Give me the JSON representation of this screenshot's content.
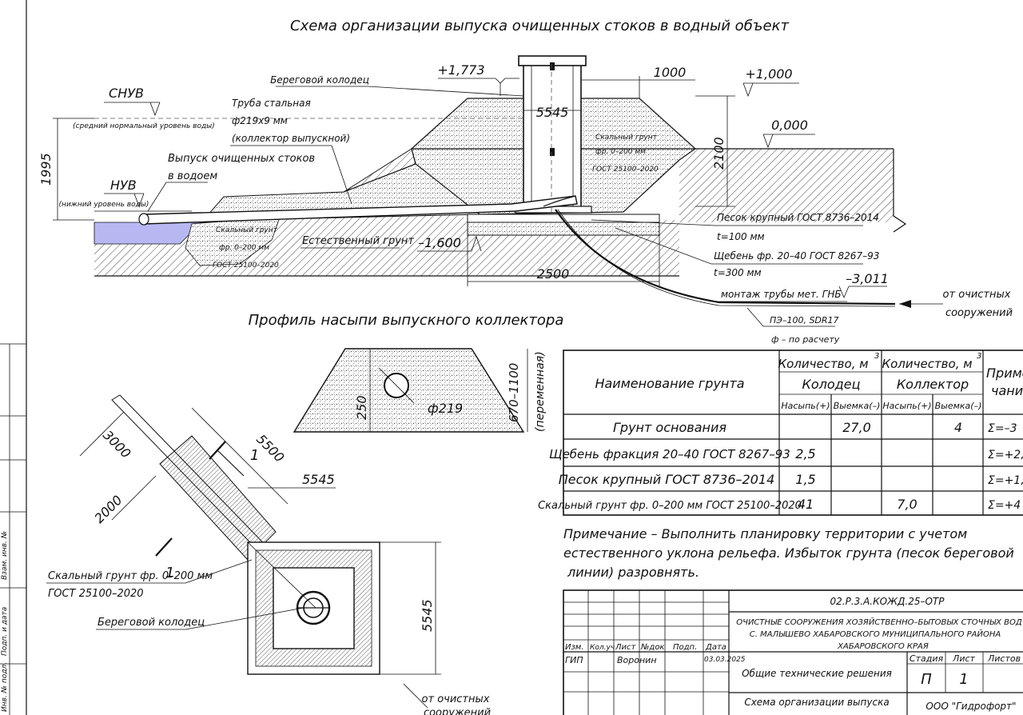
{
  "title": "Схема организации выпуска очищенных стоков в водный объект",
  "labels": {
    "snuv": "СНУВ",
    "snuv_note": "(средний нормальный уровень воды)",
    "nuv": "НУВ",
    "nuv_note": "(нижний уровень воды)",
    "shore_well": "Береговой колодец",
    "pipe_line1": "Труба стальная",
    "pipe_line2": "ф219х9 мм",
    "pipe_line3": "(коллектор выпускной)",
    "outlet_line1": "Выпуск очищенных стоков",
    "outlet_line2": "в водоем",
    "natural_ground": "Естественный грунт",
    "rock_line1": "Скальный грунт",
    "rock_line2": "фр. 0–200 мм",
    "rock_line3": "ГОСТ 25100–2020",
    "sand_line1": "Песок крупный ГОСТ 8736–2014",
    "sand_line2": "t=100 мм",
    "gravel_line1": "Щебень фр. 20–40 ГОСТ 8267–93",
    "gravel_line2": "t=300 мм",
    "hdd": "монтаж трубы мет. ГНБ",
    "pe_line1": "ПЭ–100, SDR17",
    "pe_line2": "ф – по расчету",
    "from_plant_line1": "от очистных",
    "from_plant_line2": "сооружений",
    "profile_title": "Профиль насыпи выпускного коллектора",
    "profile_dia": "ф219",
    "profile_h": "250",
    "profile_var1": "670–1100",
    "profile_var2": "(переменная)",
    "plan_rock_line1": "Скальный грунт фр. 0–200 мм",
    "plan_rock_line2": "ГОСТ 25100–2020",
    "plan_well": "Береговой колодец",
    "plan_from_line1": "от очистных",
    "plan_from_line2": "сооружений",
    "section_mark": "1"
  },
  "dimensions": {
    "el_top": "+1,773",
    "el_1000": "+1,000",
    "el_zero": "0,000",
    "el_1600": "–1,600",
    "el_3011": "–3,011",
    "d1000": "1000",
    "d5545": "5545",
    "d2100": "2100",
    "d1995": "1995",
    "d2500": "2500",
    "plan_3000": "3000",
    "plan_2000": "2000",
    "plan_5500": "5500",
    "plan_5545a": "5545",
    "plan_5545b": "5545"
  },
  "table": {
    "col_name": "Наименование грунта",
    "col_qty1": "Количество, м",
    "col_qty2": "Количество, м",
    "sup": "3",
    "col_well": "Колодец",
    "col_coll": "Коллектор",
    "col_note_line1": "Приме",
    "col_note_line2": "чание",
    "fill": "Насыпь(+)",
    "cut": "Выемка(–)",
    "fill2": "Насыпь(+)",
    "cut2": "Выемка(–)",
    "rows": [
      {
        "name": "Грунт основания",
        "wf": "",
        "wc": "27,0",
        "cf": "",
        "cc": "4",
        "note": "Σ=–3"
      },
      {
        "name": "Щебень фракция 20–40 ГОСТ 8267–93",
        "wf": "2,5",
        "wc": "",
        "cf": "",
        "cc": "",
        "note": "Σ=+2,"
      },
      {
        "name": "Песок крупный ГОСТ 8736–2014",
        "wf": "1,5",
        "wc": "",
        "cf": "",
        "cc": "",
        "note": "Σ=+1,"
      },
      {
        "name": "Скальный грунт фр. 0–200 мм ГОСТ 25100–2020",
        "wf": "41",
        "wc": "",
        "cf": "7,0",
        "cc": "",
        "note": "Σ=+4"
      }
    ]
  },
  "note": {
    "line1": "Примечание – Выполнить планировку территории с учетом",
    "line2": "естественного уклона рельефа. Избыток грунта (песок береговой",
    "line3": "линии) разровнять."
  },
  "stamp": {
    "code": "02.Р.3.А.КОЖД.25–ОТР",
    "object_line1": "ОЧИСТНЫЕ СООРУЖЕНИЯ ХОЗЯЙСТВЕННО–БЫТОВЫХ СТОЧНЫХ ВОД В",
    "object_line2": "С. МАЛЫШЕВО ХАБАРОВСКОГО МУНИЦИПАЛЬНОГО РАЙОНА",
    "object_line3": "ХАБАРОВСКОГО КРАЯ",
    "h_izm": "Изм.",
    "h_kol": "Кол.уч",
    "h_list": "Лист",
    "h_doc": "№док",
    "h_sign": "Подп.",
    "h_date": "Дата",
    "gip": "ГИП",
    "author": "Воронин",
    "date": "03.03.2025",
    "section": "Общие технические решения",
    "stage_h": "Стадия",
    "sheet_h": "Лист",
    "sheets_h": "Листов",
    "stage": "П",
    "sheet": "1",
    "sheet_title": "Схема организации выпуска",
    "company": "ООО \"Гидрофорт\""
  },
  "side_stamp": {
    "a": "Взам. инв. №",
    "b": "Подп. и дата",
    "c": "Инв. № подл."
  },
  "colors": {
    "water": "#b7b8f2",
    "line": "#111111"
  }
}
